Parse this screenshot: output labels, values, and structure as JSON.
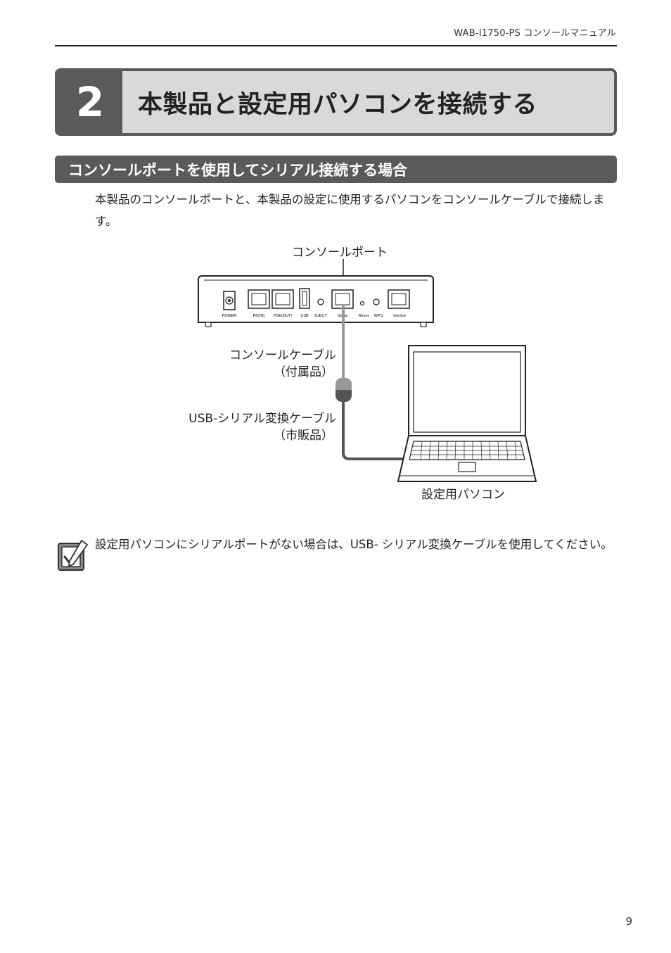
{
  "header": {
    "manual_title": "WAB-I1750-PS コンソールマニュアル"
  },
  "chapter": {
    "number": "2",
    "title": "本製品と設定用パソコンを接続する"
  },
  "section": {
    "title": "コンソールポートを使用してシリアル接続する場合"
  },
  "intro": {
    "text": "本製品のコンソールポートと、本製品の設定に使用するパソコンをコンソールケーブルで接続します。"
  },
  "diagram": {
    "console_port_label": "コンソールポート",
    "console_cable_label": "コンソールケーブル",
    "console_cable_sub": "（付属品）",
    "usb_cable_label": "USB-シリアル変換ケーブル",
    "usb_cable_sub": "（市販品）",
    "pc_label": "設定用パソコン",
    "port_labels": {
      "power": "POWER",
      "pd_in": "PD(IN)",
      "pse_out": "PSE(OUT)",
      "usb": "USB",
      "eject": "EJECT",
      "serial": "Serial",
      "reset": "Reset",
      "wps": "WPS",
      "service": "Service"
    }
  },
  "note": {
    "icon": "memo-check-icon",
    "text": "設定用パソコンにシリアルポートがない場合は、USB- シリアル変換ケーブルを使用してください。"
  },
  "page_number": "9"
}
